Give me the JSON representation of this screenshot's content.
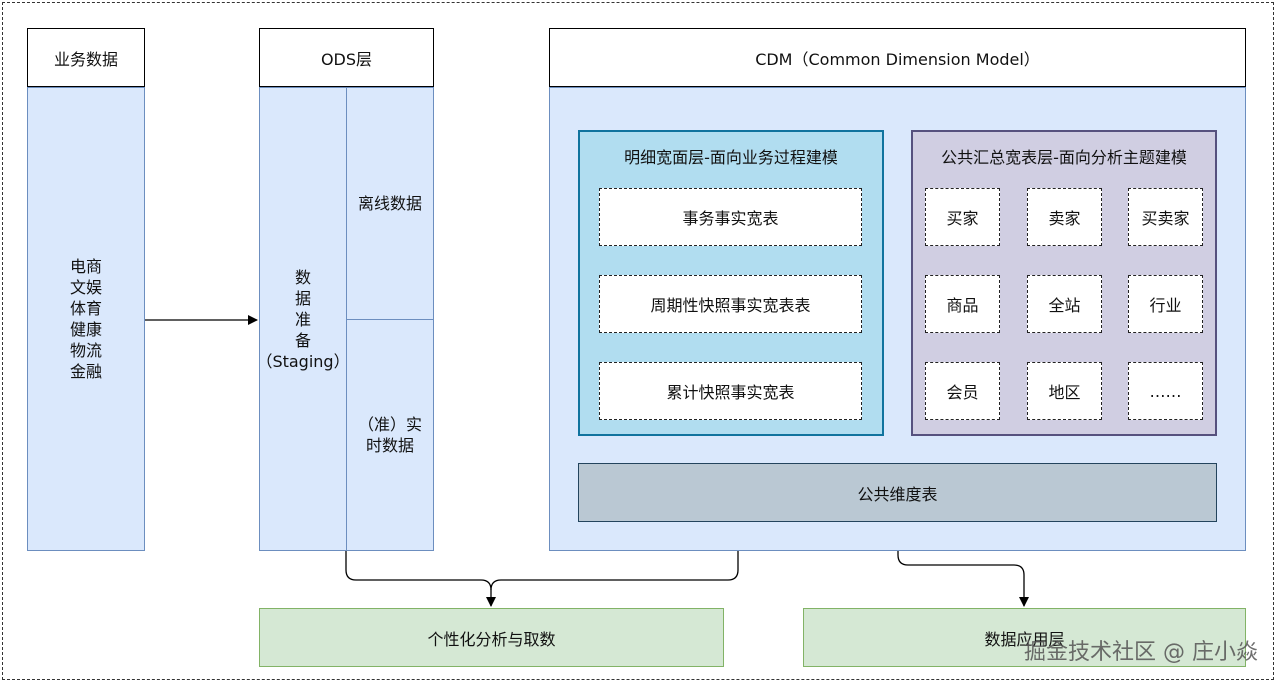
{
  "business": {
    "header": "业务数据",
    "body": "电商\n文娱\n体育\n健康\n物流\n金融"
  },
  "ods": {
    "header": "ODS层",
    "staging": "数\n据\n准\n备\n（Staging）",
    "offline": "离线数据",
    "realtime": "（准）实\n时数据"
  },
  "cdm": {
    "header": "CDM（Common Dimension Model）",
    "detail_panel": {
      "title": "明细宽面层-面向业务过程建模",
      "items": [
        "事务事实宽表",
        "周期性快照事实宽表表",
        "累计快照事实宽表"
      ]
    },
    "summary_panel": {
      "title": "公共汇总宽表层-面向分析主题建模",
      "items": [
        "买家",
        "卖家",
        "买卖家",
        "商品",
        "全站",
        "行业",
        "会员",
        "地区",
        "……"
      ]
    },
    "dimension_table": "公共维度表"
  },
  "outputs": {
    "personal_analysis": "个性化分析与取数",
    "app_layer": "数据应用层"
  },
  "watermark": "掘金技术社区 @ 庄小焱"
}
